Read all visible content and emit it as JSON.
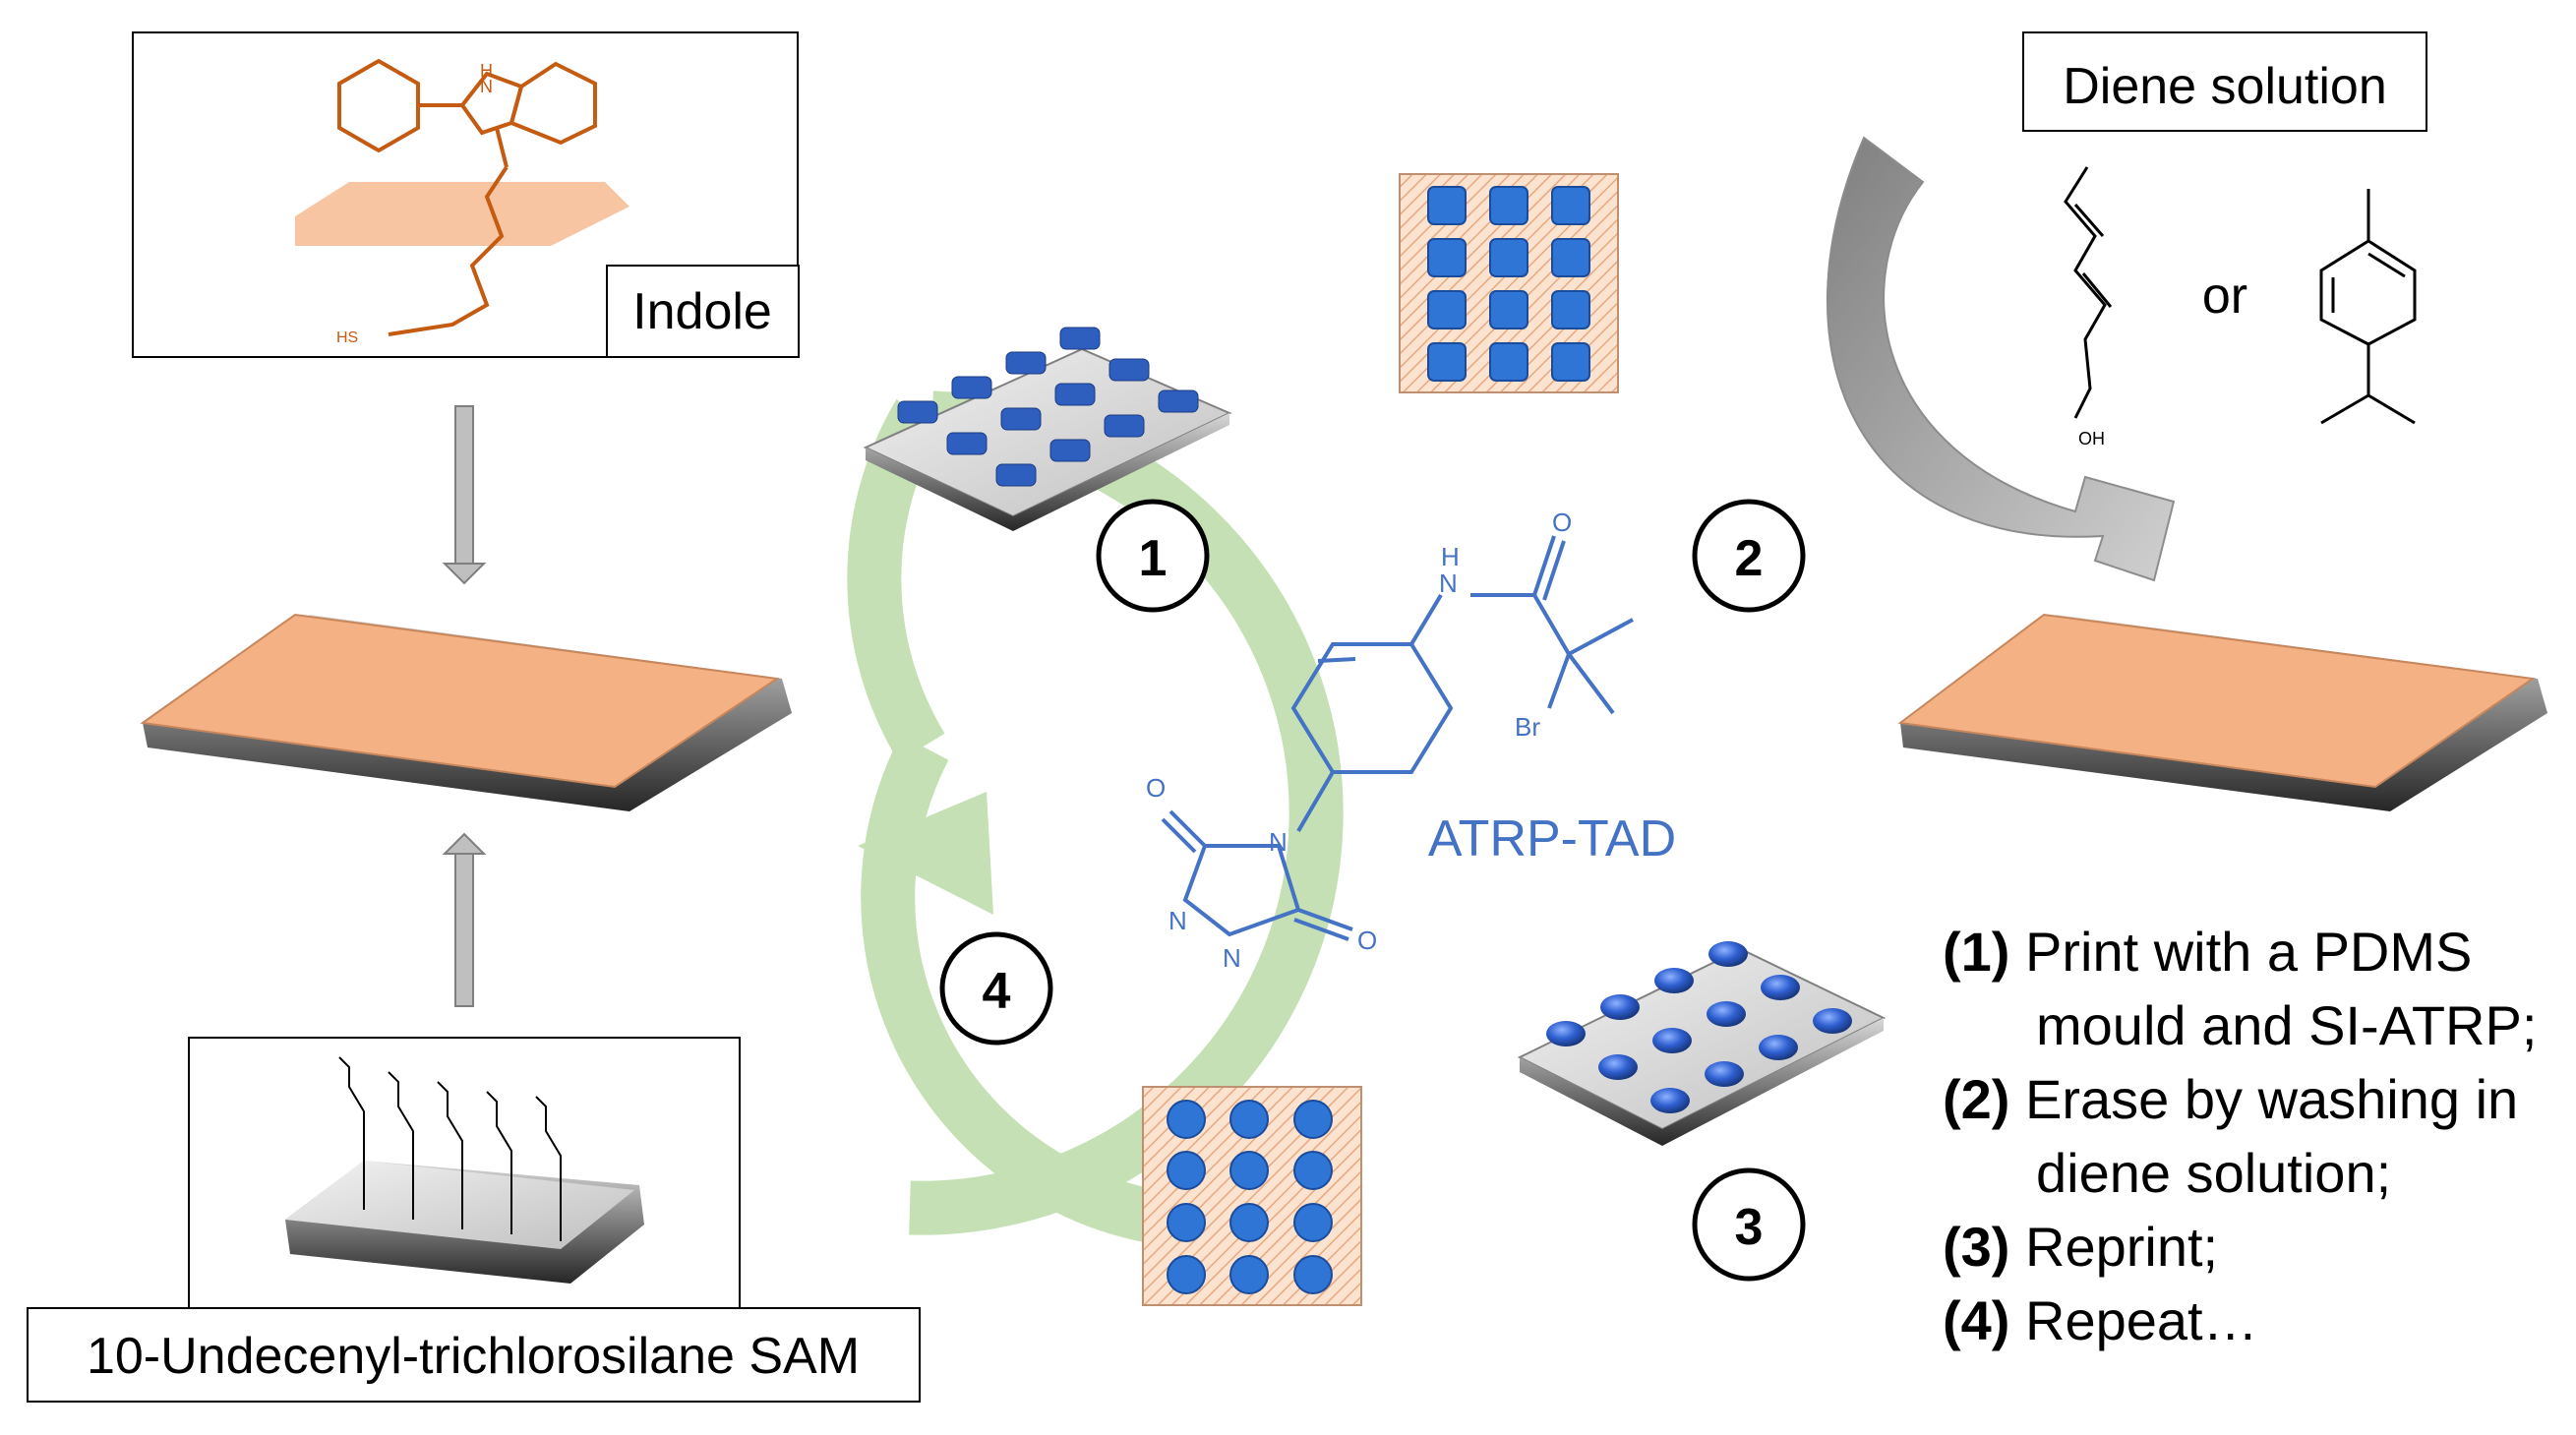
{
  "labels": {
    "indole": "Indole",
    "sam": "10-Undecenyl-trichlorosilane SAM",
    "diene_solution": "Diene solution",
    "or": "or",
    "atrp_tad": "ATRP-TAD"
  },
  "cycle_steps": [
    "1",
    "2",
    "3",
    "4"
  ],
  "atom_labels": {
    "indole_nh": "H\nN",
    "indole_hs": "HS",
    "diene_oh": "OH",
    "tad_nh_h": "H",
    "tad_nh_n": "N",
    "tad_o_top": "O",
    "tad_br": "Br",
    "tad_o_left": "O",
    "tad_n_ring": "N",
    "tad_n_bl": "N",
    "tad_n_b": "N",
    "tad_o_right": "O"
  },
  "steps_legend": [
    {
      "num": "(1)",
      "text": "Print with a PDMS",
      "cont": "mould and SI-ATRP;"
    },
    {
      "num": "(2)",
      "text": "Erase by washing in",
      "cont": "diene solution;"
    },
    {
      "num": "(3)",
      "text": "Reprint;",
      "cont": ""
    },
    {
      "num": "(4)",
      "text": "Repeat…",
      "cont": ""
    }
  ],
  "colors": {
    "indole_orange": "#C55A11",
    "slab_orange": "#F4B183",
    "tad_blue": "#4472C4",
    "ring_green": "#C5E0B4",
    "square_blue": "#2E75D6",
    "arrow_gray": "#A6A6A6"
  }
}
